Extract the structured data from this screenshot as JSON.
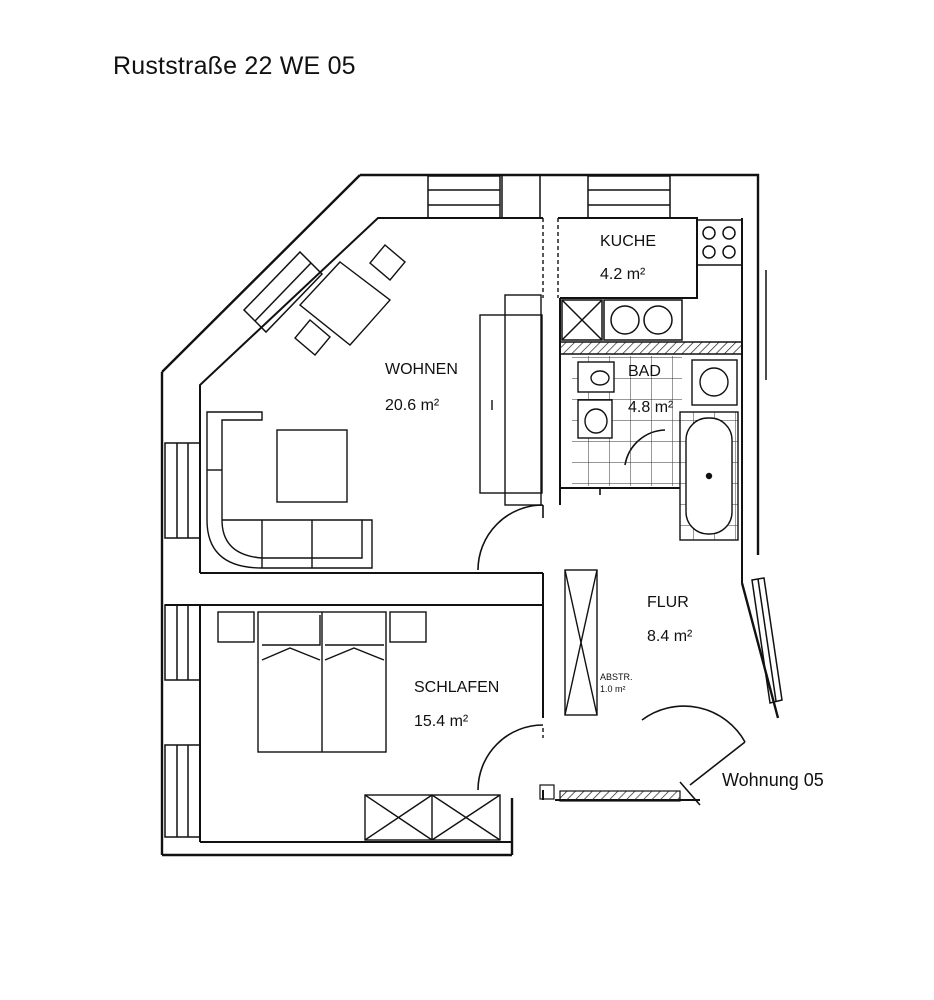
{
  "title": "Ruststraße 22 WE 05",
  "rooms": {
    "kueche": {
      "name": "KUCHE",
      "area": "4.2 m²"
    },
    "wohnen": {
      "name": "WOHNEN",
      "area": "20.6 m²"
    },
    "bad": {
      "name": "BAD",
      "area": "4.8 m²"
    },
    "flur": {
      "name": "FLUR",
      "area": "8.4 m²"
    },
    "schlafen": {
      "name": "SCHLAFEN",
      "area": "15.4 m²"
    },
    "abstellraum": {
      "name": "ABSTR.",
      "area": "1.0 m²"
    }
  },
  "unit_label": "Wohnung 05"
}
